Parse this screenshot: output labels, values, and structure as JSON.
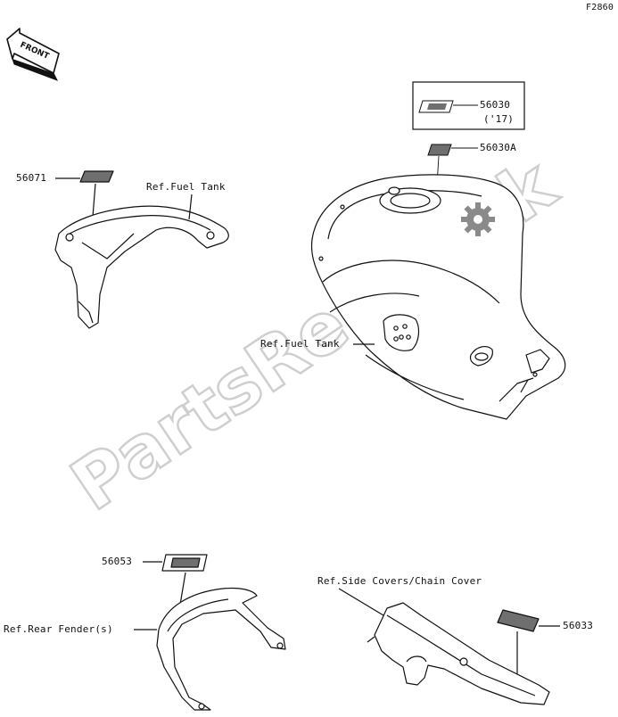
{
  "figure_code": "F2860",
  "front_arrow": {
    "text": "FRONT"
  },
  "watermark": "PartsRepublik",
  "parts": {
    "p56071": "56071",
    "p56030": "56030",
    "p56030_year": "('17)",
    "p56030A": "56030A",
    "p56053": "56053",
    "p56033": "56033"
  },
  "refs": {
    "fuel_tank_left": "Ref.Fuel Tank",
    "fuel_tank_right": "Ref.Fuel Tank",
    "rear_fender": "Ref.Rear Fender(s)",
    "side_covers": "Ref.Side Covers/Chain Cover"
  },
  "colors": {
    "line": "#1a1a1a",
    "watermark": "#d9d9d9",
    "label_fill": "#6f6f6f"
  }
}
